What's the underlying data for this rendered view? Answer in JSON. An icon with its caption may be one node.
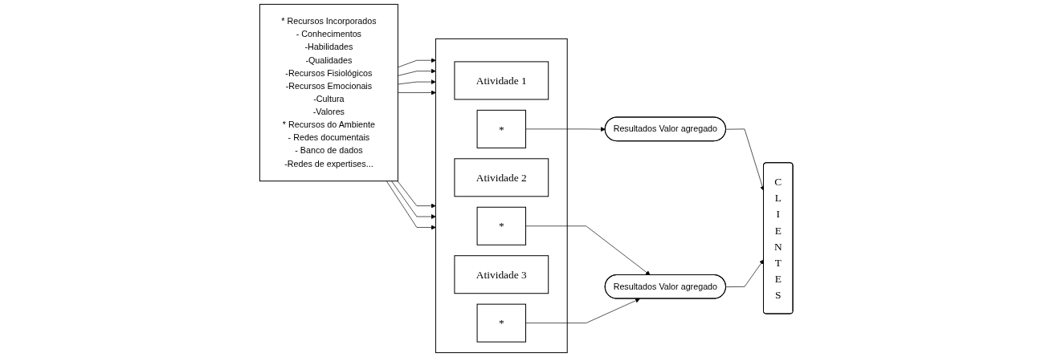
{
  "diagram": {
    "nodes": [
      {
        "text": [
          "* Recursos Incorporados - Conhecimentos -Habilidades -Qualidades -Recursos Fisiológicos -Recursos Emocionais -Cultura -Valores * Recursos do Ambiente - Redes documentais - Banco de dados -Redes de expertises..."
        ]
      },
      {
        "text": [],
        "shape": "box"
      },
      {
        "text": [
          "Atividade 1"
        ],
        "in": 1
      },
      {
        "text": [
          "*"
        ],
        "in": 1
      },
      {
        "text": [
          "Atividade 2"
        ],
        "in": 1
      },
      {
        "text": [
          "*"
        ],
        "in": 1
      },
      {
        "text": [
          "Atividade 3"
        ],
        "in": 1
      },
      {
        "text": [
          "*"
        ],
        "in": 1
      },
      {
        "text": [
          "Resultados Valor agregado"
        ]
      },
      {
        "text": [
          "Resultados Valor agregado"
        ]
      },
      {
        "text": [
          "CLIENTES"
        ]
      }
    ],
    "edges": [
      {
        "from": 0,
        "to": 1,
        "arrow": "to"
      },
      {
        "from": 0,
        "to": 1,
        "arrow": "to"
      },
      {
        "from": 0,
        "to": 1,
        "arrow": "to"
      },
      {
        "from": 0,
        "to": 1,
        "arrow": "to"
      },
      {
        "from": 0,
        "to": 1,
        "arrow": "to"
      },
      {
        "from": 0,
        "to": 1,
        "arrow": "to"
      },
      {
        "from": 0,
        "to": 1,
        "arrow": "to"
      },
      {
        "from": 3,
        "to": 8,
        "arrow": "to"
      },
      {
        "from": 5,
        "to": 9,
        "arrow": "to"
      },
      {
        "from": 7,
        "to": 9,
        "arrow": "to"
      },
      {
        "from": 8,
        "to": 10,
        "arrow": "to"
      },
      {
        "from": 9,
        "to": 10,
        "arrow": "to"
      }
    ]
  }
}
